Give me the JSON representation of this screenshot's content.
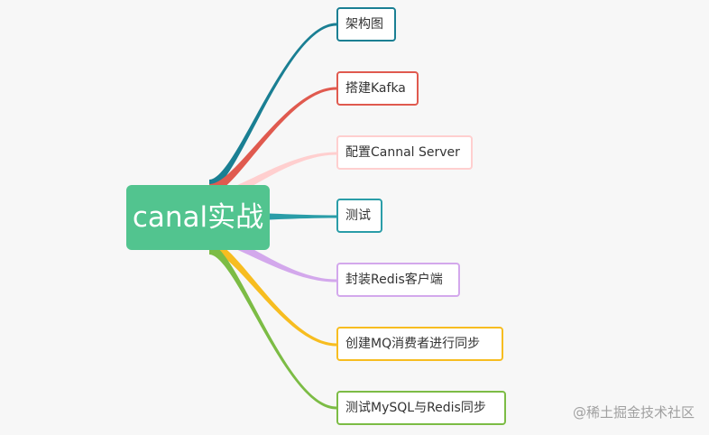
{
  "mindmap": {
    "root": "canal实战",
    "root_color": "#52c48f",
    "branches": [
      {
        "label": "架构图",
        "color": "#1a7f93"
      },
      {
        "label": "搭建Kafka",
        "color": "#e05a4f"
      },
      {
        "label": "配置Cannal Server",
        "color": "#ffcfcf"
      },
      {
        "label": "测试",
        "color": "#2a9da8"
      },
      {
        "label": "封装Redis客户端",
        "color": "#d3a8ec"
      },
      {
        "label": "创建MQ消费者进行同步",
        "color": "#f7bd20"
      },
      {
        "label": "测试MySQL与Redis同步",
        "color": "#7cbc45"
      }
    ]
  },
  "watermark": "@稀土掘金技术社区"
}
